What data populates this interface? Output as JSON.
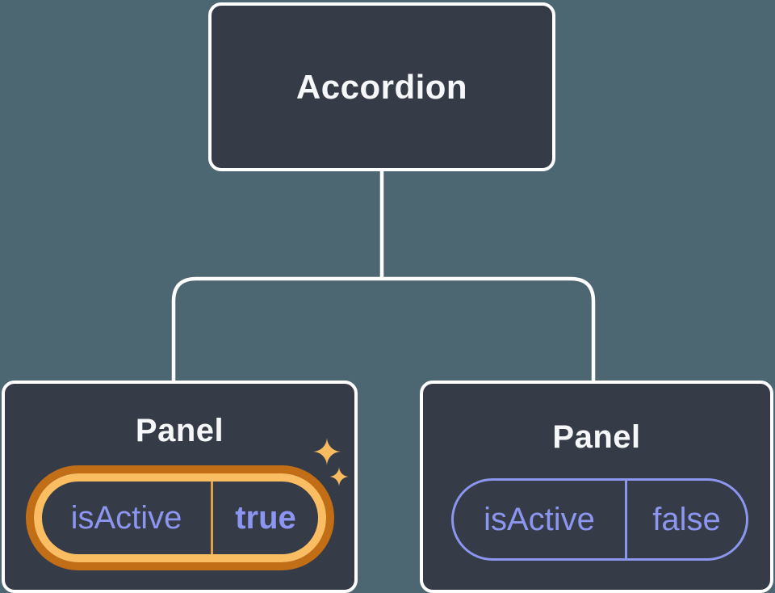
{
  "diagram": {
    "description": "Component tree: Accordion parent passing isActive state to two Panel children",
    "root": {
      "label": "Accordion"
    },
    "children": [
      {
        "title": "Panel",
        "prop": {
          "name": "isActive",
          "value": "true"
        },
        "highlighted": true,
        "sparkles": true
      },
      {
        "title": "Panel",
        "prop": {
          "name": "isActive",
          "value": "false"
        },
        "highlighted": false,
        "sparkles": false
      }
    ]
  },
  "colors": {
    "background": "#4C6771",
    "node_fill": "#353B47",
    "node_border": "#FFFFFF",
    "connector": "#FFFFFF",
    "title_text": "#F6F7F9",
    "prop_text": "#8C96F0",
    "highlight_ring_outer": "#C16E17",
    "highlight_ring_inner": "#FBBD62",
    "highlight_divider": "#E2A04A",
    "normal_pill_border": "#8C96EE",
    "sparkle": "#F8BB5F"
  }
}
